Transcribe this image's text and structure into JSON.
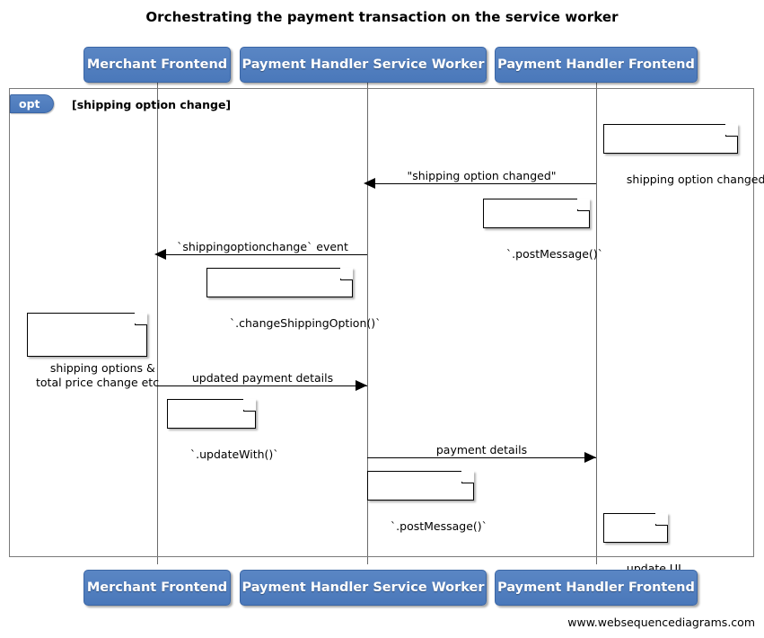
{
  "title": "Orchestrating the payment transaction on the service worker",
  "footer": "www.websequencediagrams.com",
  "colors": {
    "participant_fill": "#4f7fc0",
    "participant_border": "#3b66a5",
    "participant_text": "#ffffff",
    "frame_border": "#7a7a7a",
    "lifeline": "#6a6a6a",
    "arrow": "#000000",
    "note_fill": "#ffffff",
    "note_border": "#000000",
    "background": "#ffffff"
  },
  "participants": [
    {
      "id": "merchant-frontend",
      "label": "Merchant Frontend"
    },
    {
      "id": "payment-handler-service-worker",
      "label": "Payment Handler Service Worker"
    },
    {
      "id": "payment-handler-frontend",
      "label": "Payment Handler Frontend"
    }
  ],
  "fragment": {
    "type": "opt",
    "tag": "opt",
    "condition": "[shipping option change]"
  },
  "messages": [
    {
      "id": "msg-shipping-option-changed",
      "label": "\"shipping option changed\"",
      "from": "payment-handler-frontend",
      "to": "payment-handler-service-worker",
      "direction": "left"
    },
    {
      "id": "msg-shippingoptionchange-event",
      "label": "`shippingoptionchange` event",
      "from": "payment-handler-service-worker",
      "to": "merchant-frontend",
      "direction": "left"
    },
    {
      "id": "msg-updated-payment-details",
      "label": "updated payment details",
      "from": "merchant-frontend",
      "to": "payment-handler-service-worker",
      "direction": "right"
    },
    {
      "id": "msg-payment-details",
      "label": "payment details",
      "from": "payment-handler-service-worker",
      "to": "payment-handler-frontend",
      "direction": "right"
    }
  ],
  "notes": [
    {
      "id": "note-shipping-option-changed",
      "text": "shipping option changed",
      "over": "payment-handler-frontend"
    },
    {
      "id": "note-post-message-1",
      "text": "`.postMessage()`",
      "over": "payment-handler-service-worker"
    },
    {
      "id": "note-change-shipping-option",
      "text": "`.changeShippingOption()`",
      "over": "payment-handler-service-worker"
    },
    {
      "id": "note-shipping-options-total-price",
      "text": "shipping options &\ntotal price change etc",
      "over": "merchant-frontend"
    },
    {
      "id": "note-update-with",
      "text": "`.updateWith()`",
      "over": "merchant-frontend"
    },
    {
      "id": "note-post-message-2",
      "text": "`.postMessage()`",
      "over": "payment-handler-service-worker"
    },
    {
      "id": "note-update-ui",
      "text": "update UI",
      "over": "payment-handler-frontend"
    }
  ]
}
